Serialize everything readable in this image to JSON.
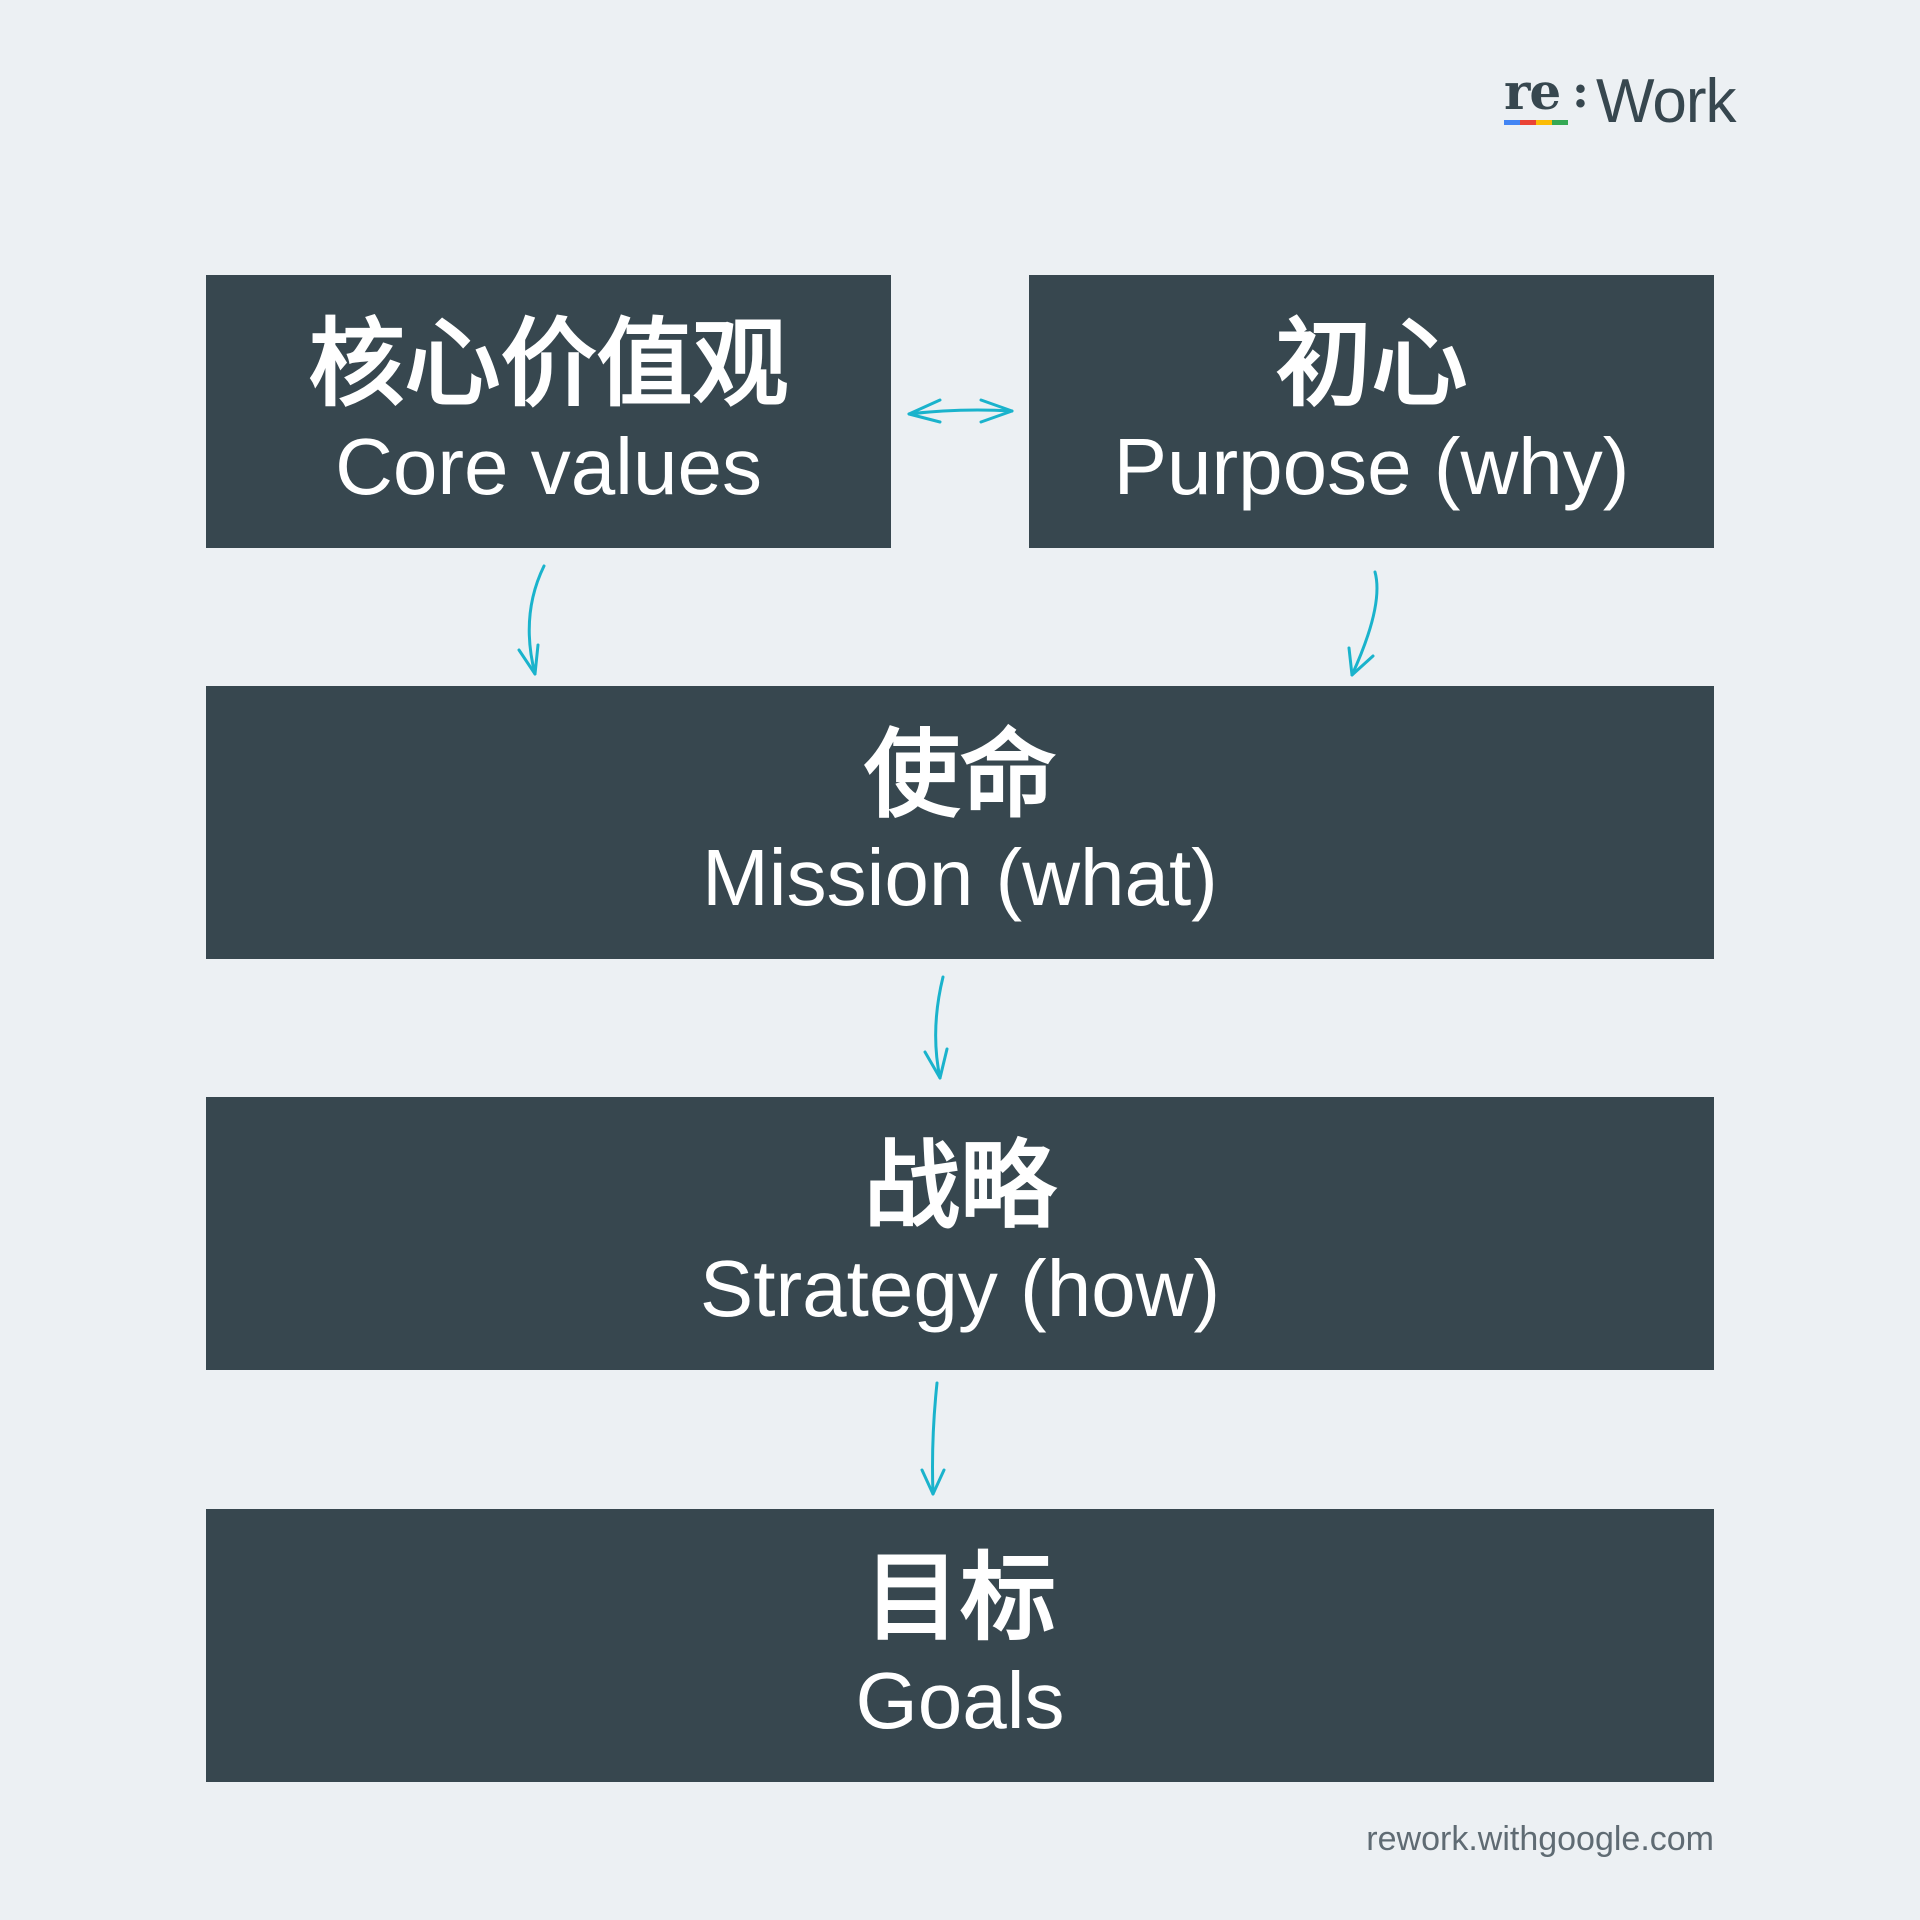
{
  "logo": {
    "re": "re",
    "colon": ":",
    "work": "Work"
  },
  "boxes": {
    "core_values": {
      "zh": "核心价值观",
      "en": "Core values"
    },
    "purpose": {
      "zh": "初心",
      "en": "Purpose (why)"
    },
    "mission": {
      "zh": "使命",
      "en": "Mission (what)"
    },
    "strategy": {
      "zh": "战略",
      "en": "Strategy (how)"
    },
    "goals": {
      "zh": "目标",
      "en": "Goals"
    }
  },
  "colors": {
    "background": "#ecf0f3",
    "box": "#37474f",
    "arrow": "#1ab3cc",
    "text": "#ffffff"
  },
  "footer": {
    "url": "rework.withgoogle.com"
  }
}
